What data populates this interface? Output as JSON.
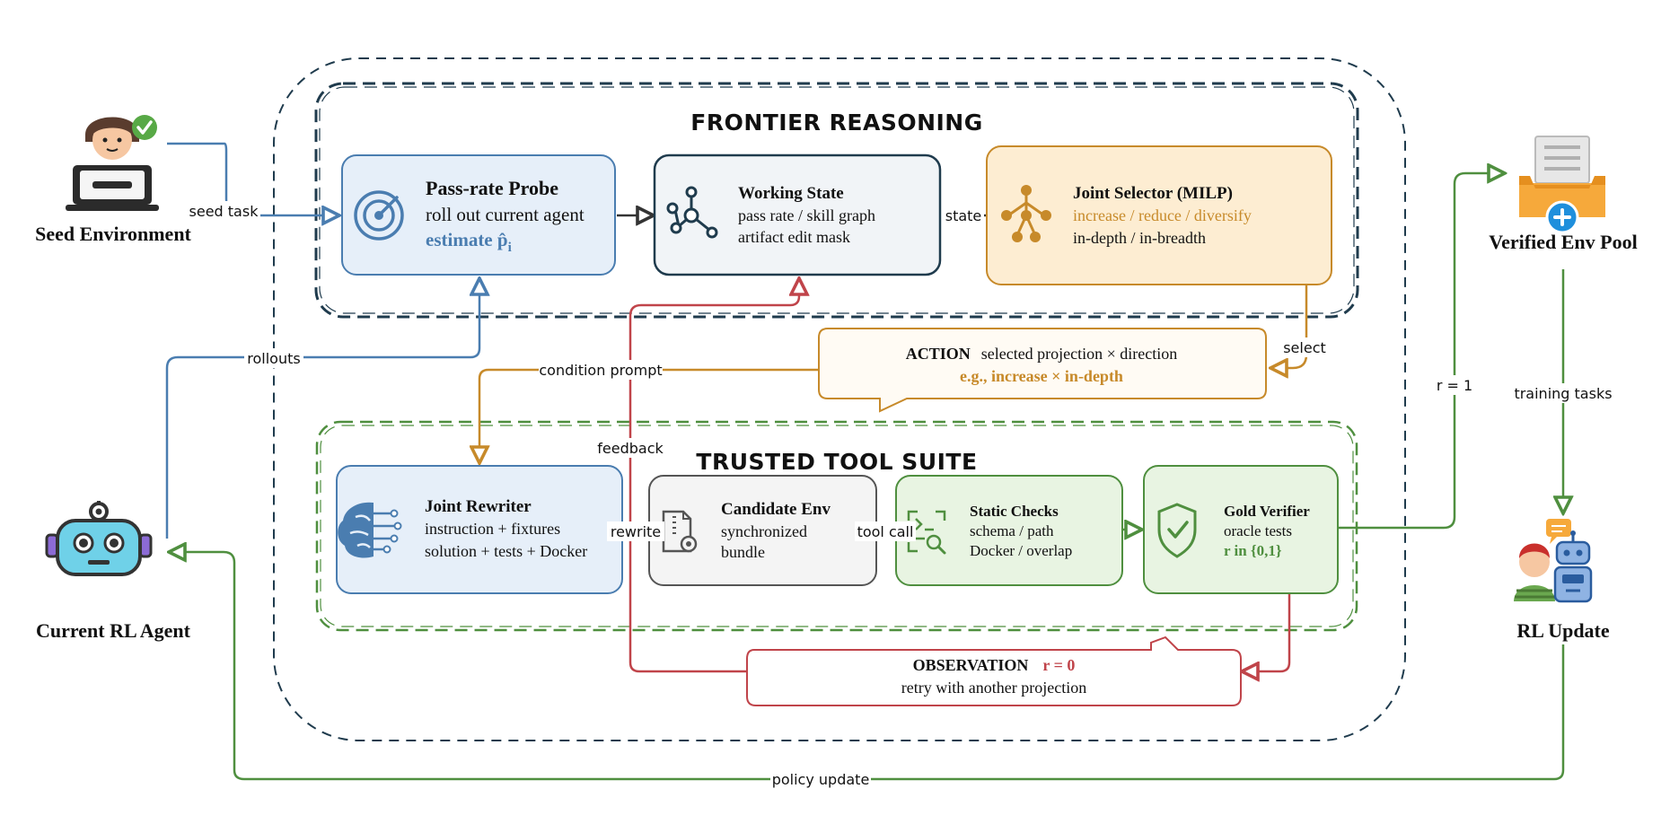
{
  "colors": {
    "navy": "#1f3b4d",
    "blue": "#4a7db0",
    "blue_fill": "#e6eff9",
    "slate_fill": "#f1f4f7",
    "orange": "#c78a2a",
    "orange_fill": "#fdedd2",
    "action_fill": "#fffbf4",
    "green": "#4f8f3f",
    "green_fill": "#e8f4e2",
    "gray": "#555555",
    "gray_fill": "#f4f4f4",
    "red": "#c0444a",
    "red_fill": "#ffffff"
  },
  "regions": {
    "frontier": "FRONTIER REASONING",
    "tool_suite": "TRUSTED TOOL SUITE"
  },
  "actors": {
    "seed": "Seed Environment",
    "agent": "Current RL Agent",
    "pool": "Verified Env Pool",
    "update": "RL Update"
  },
  "nodes": {
    "probe": {
      "title": "Pass-rate Probe",
      "line1": "roll out current agent",
      "line2": "estimate p̂",
      "line2_sub": "i",
      "icon": "radar-icon"
    },
    "working": {
      "title": "Working State",
      "line1": "pass rate / skill graph",
      "line2": "artifact edit mask",
      "icon": "graph-nodes-icon"
    },
    "selector": {
      "title": "Joint Selector (MILP)",
      "line1": "increase / reduce / diversify",
      "line2": "in-depth / in-breadth",
      "icon": "tree-icon"
    },
    "action": {
      "title": "ACTION",
      "line1": "selected projection × direction",
      "line2": "e.g., increase × in-depth"
    },
    "rewriter": {
      "title": "Joint Rewriter",
      "line1": "instruction + fixtures",
      "line2": "solution + tests + Docker",
      "icon": "brain-circuit-icon"
    },
    "candidate": {
      "title": "Candidate Env",
      "line1": "synchronized",
      "line2": "bundle",
      "icon": "document-gear-icon"
    },
    "static": {
      "title": "Static Checks",
      "line1": "schema / path",
      "line2": "Docker / overlap",
      "icon": "scan-search-icon"
    },
    "gold": {
      "title": "Gold Verifier",
      "line1": "oracle tests",
      "line2": "r in {0,1}",
      "icon": "shield-check-icon"
    },
    "observation": {
      "title": "OBSERVATION",
      "title_value": "r = 0",
      "line1": "retry with another projection"
    }
  },
  "edges": {
    "seed_task": "seed task",
    "rollouts": "rollouts",
    "state": "state",
    "select": "select",
    "condition_prompt": "condition prompt",
    "feedback": "feedback",
    "rewrite": "rewrite",
    "tool_call": "tool call",
    "r_eq_1": "r = 1",
    "training_tasks": "training tasks",
    "policy_update": "policy update"
  }
}
